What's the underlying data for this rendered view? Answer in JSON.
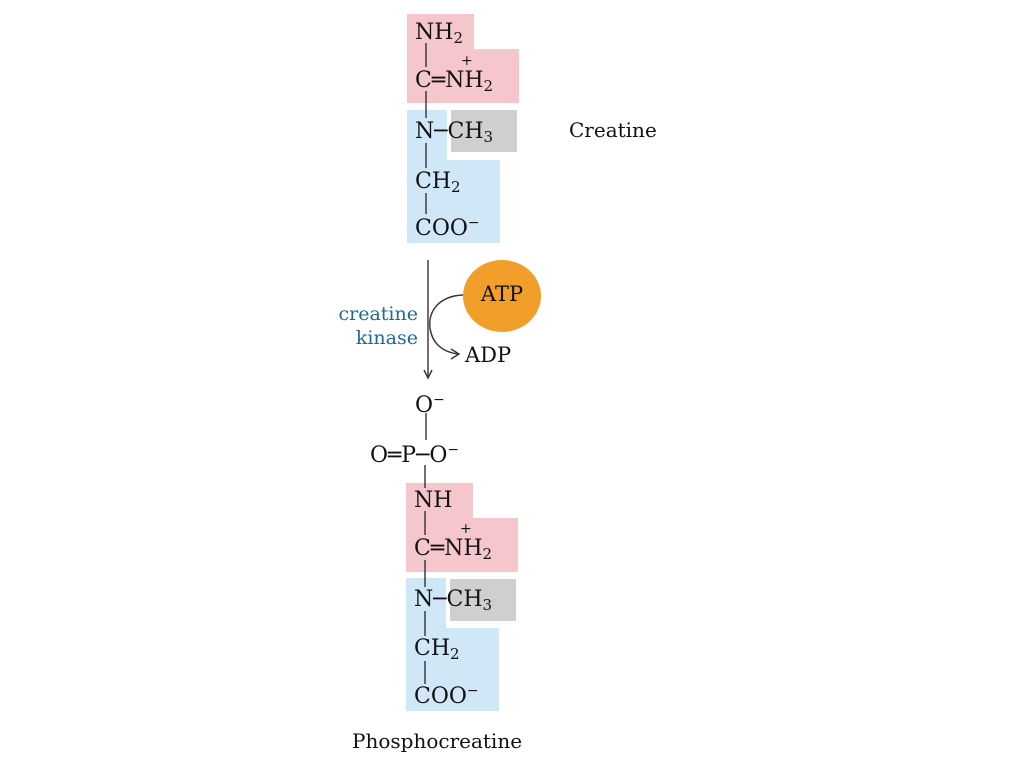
{
  "creatine": {
    "name": "Creatine",
    "nh2_top": "NH",
    "nh2_top_sub": "2",
    "c_eq_nh2": "C═NH",
    "c_eq_nh2_sub": "2",
    "plus": "+",
    "n_ch3": "N─CH",
    "n_ch3_sub": "3",
    "ch2": "CH",
    "ch2_sub": "2",
    "coo": "COO",
    "coo_sup": "−"
  },
  "reaction": {
    "enzyme_line1": "creatine",
    "enzyme_line2": "kinase",
    "atp": "ATP",
    "adp": "ADP"
  },
  "phosphocreatine": {
    "name": "Phosphocreatine",
    "o_top": "O",
    "o_top_sup": "−",
    "phosphate_row": "O═P─O",
    "phosphate_row_sup": "−",
    "nh": "NH",
    "c_eq_nh2": "C═NH",
    "c_eq_nh2_sub": "2",
    "plus": "+",
    "n_ch3": "N─CH",
    "n_ch3_sub": "3",
    "ch2": "CH",
    "ch2_sub": "2",
    "coo": "COO",
    "coo_sup": "−"
  },
  "colors": {
    "guanidino": "#f5c6cc",
    "glycine_backbone": "#cfe7f6",
    "methyl": "#cfcfcf",
    "atp": "#f29e2a",
    "enzyme_text": "#1d6a97"
  }
}
